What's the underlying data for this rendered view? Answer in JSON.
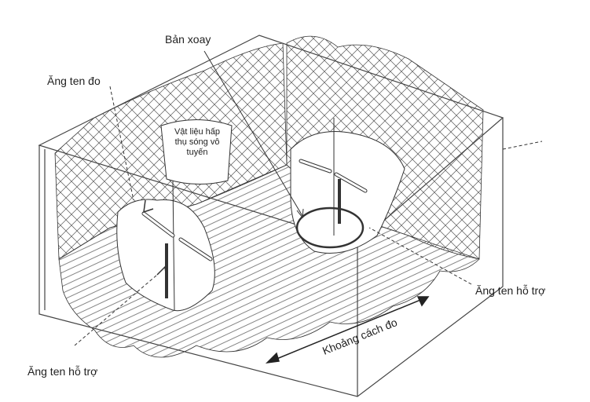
{
  "labels": {
    "turntable": "Bản xoay",
    "measuring_antenna": "Ăng ten đo",
    "absorber": "Vật liệu hấp thụ sóng vô tuyến",
    "aux_antenna_right": "Ăng ten hỗ trợ",
    "aux_antenna_left": "Ăng ten hỗ trợ",
    "measuring_distance": "Khoảng cách đo"
  },
  "colors": {
    "line": "#222222",
    "mesh": "#555555"
  }
}
